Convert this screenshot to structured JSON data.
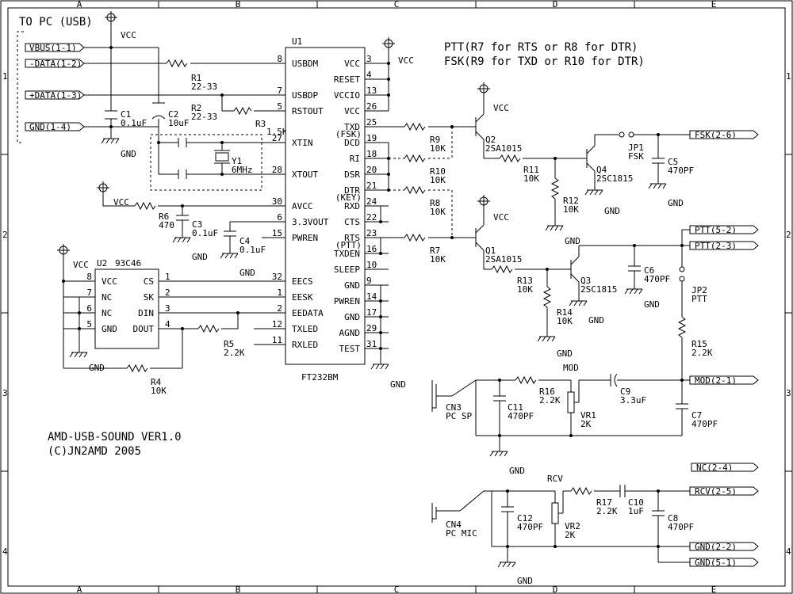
{
  "grid": {
    "columns": [
      "A",
      "B",
      "C",
      "D",
      "E"
    ],
    "rows": [
      "1",
      "2",
      "3",
      "4"
    ]
  },
  "headers": {
    "usb_group": "TO PC (USB)",
    "note_ptt": "PTT(R7 for RTS or R8 for DTR)",
    "note_fsk": "FSK(R9 for TXD or R10 for DTR)"
  },
  "title_block": {
    "title": "AMD-USB-SOUND VER1.0",
    "copyright": "(C)JN2AMD 2005"
  },
  "connectors": {
    "vbus": "VBUS(1-1)",
    "data_minus": "-DATA(1-2)",
    "data_plus": "+DATA(1-3)",
    "gnd_usb": "GND(1-4)",
    "fsk": "FSK(2-6)",
    "ptt5": "PTT(5-2)",
    "ptt2": "PTT(2-3)",
    "mod": "MOD(2-1)",
    "nc": "NC(2-4)",
    "rcv": "RCV(2-5)",
    "gnd22": "GND(2-2)",
    "gnd51": "GND(5-1)"
  },
  "u1": {
    "ref": "U1",
    "part": "FT232BM",
    "left_pins": [
      {
        "num": "8",
        "name": "USBDM"
      },
      {
        "num": "7",
        "name": "USBDP"
      },
      {
        "num": "5",
        "name": "RSTOUT"
      },
      {
        "num": "27",
        "name": "XTIN"
      },
      {
        "num": "28",
        "name": "XTOUT"
      },
      {
        "num": "30",
        "name": "AVCC"
      },
      {
        "num": "6",
        "name": "3.3VOUT"
      },
      {
        "num": "15",
        "name": "PWREN"
      },
      {
        "num": "32",
        "name": "EECS"
      },
      {
        "num": "1",
        "name": "EESK"
      },
      {
        "num": "2",
        "name": "EEDATA"
      },
      {
        "num": "12",
        "name": "TXLED"
      },
      {
        "num": "11",
        "name": "RXLED"
      }
    ],
    "right_pins": [
      {
        "num": "3",
        "name": "VCC",
        "sub": ""
      },
      {
        "num": "4",
        "name": "RESET",
        "sub": ""
      },
      {
        "num": "13",
        "name": "VCCIO",
        "sub": ""
      },
      {
        "num": "26",
        "name": "VCC",
        "sub": ""
      },
      {
        "num": "25",
        "name": "TXD",
        "sub": "(FSK)"
      },
      {
        "num": "19",
        "name": "DCD",
        "sub": ""
      },
      {
        "num": "18",
        "name": "RI",
        "sub": ""
      },
      {
        "num": "20",
        "name": "DSR",
        "sub": ""
      },
      {
        "num": "21",
        "name": "DTR",
        "sub": "(KEY)"
      },
      {
        "num": "24",
        "name": "RXD",
        "sub": ""
      },
      {
        "num": "22",
        "name": "CTS",
        "sub": ""
      },
      {
        "num": "23",
        "name": "RTS",
        "sub": "(PTT)"
      },
      {
        "num": "16",
        "name": "TXDEN",
        "sub": ""
      },
      {
        "num": "10",
        "name": "SLEEP",
        "sub": ""
      },
      {
        "num": "9",
        "name": "GND",
        "sub": ""
      },
      {
        "num": "14",
        "name": "PWREN",
        "sub": ""
      },
      {
        "num": "17",
        "name": "GND",
        "sub": ""
      },
      {
        "num": "29",
        "name": "AGND",
        "sub": ""
      },
      {
        "num": "31",
        "name": "TEST",
        "sub": ""
      }
    ]
  },
  "u2": {
    "ref": "U2",
    "part": "93C46",
    "left_pins": [
      {
        "num": "8",
        "name": "VCC"
      },
      {
        "num": "7",
        "name": "NC"
      },
      {
        "num": "6",
        "name": "NC"
      },
      {
        "num": "5",
        "name": "GND"
      }
    ],
    "right_pins": [
      {
        "num": "1",
        "name": "CS"
      },
      {
        "num": "2",
        "name": "SK"
      },
      {
        "num": "3",
        "name": "DIN"
      },
      {
        "num": "4",
        "name": "DOUT"
      }
    ]
  },
  "parts": {
    "r1": {
      "ref": "R1",
      "val": "22-33"
    },
    "r2": {
      "ref": "R2",
      "val": "22-33"
    },
    "r3": {
      "ref": "R3",
      "val": "1.5K"
    },
    "r4": {
      "ref": "R4",
      "val": "10K"
    },
    "r5": {
      "ref": "R5",
      "val": "2.2K"
    },
    "r6": {
      "ref": "R6",
      "val": "470"
    },
    "r7": {
      "ref": "R7",
      "val": "10K"
    },
    "r8": {
      "ref": "R8",
      "val": "10K"
    },
    "r9": {
      "ref": "R9",
      "val": "10K"
    },
    "r10": {
      "ref": "R10",
      "val": "10K"
    },
    "r11": {
      "ref": "R11",
      "val": "10K"
    },
    "r12": {
      "ref": "R12",
      "val": "10K"
    },
    "r13": {
      "ref": "R13",
      "val": "10K"
    },
    "r14": {
      "ref": "R14",
      "val": "10K"
    },
    "r15": {
      "ref": "R15",
      "val": "2.2K"
    },
    "r16": {
      "ref": "R16",
      "val": "2.2K"
    },
    "r17": {
      "ref": "R17",
      "val": "2.2K"
    },
    "c1": {
      "ref": "C1",
      "val": "0.1uF"
    },
    "c2": {
      "ref": "C2",
      "val": "10uF"
    },
    "c3": {
      "ref": "C3",
      "val": "0.1uF"
    },
    "c4": {
      "ref": "C4",
      "val": "0.1uF"
    },
    "c5": {
      "ref": "C5",
      "val": "470PF"
    },
    "c6": {
      "ref": "C6",
      "val": "470PF"
    },
    "c7": {
      "ref": "C7",
      "val": "470PF"
    },
    "c8": {
      "ref": "C8",
      "val": "470PF"
    },
    "c9": {
      "ref": "C9",
      "val": "3.3uF"
    },
    "c10": {
      "ref": "C10",
      "val": "1uF"
    },
    "c11": {
      "ref": "C11",
      "val": "470PF"
    },
    "c12": {
      "ref": "C12",
      "val": "470PF"
    },
    "q1": {
      "ref": "Q1",
      "val": "2SA1015"
    },
    "q2": {
      "ref": "Q2",
      "val": "2SA1015"
    },
    "q3": {
      "ref": "Q3",
      "val": "2SC1815"
    },
    "q4": {
      "ref": "Q4",
      "val": "2SC1815"
    },
    "y1": {
      "ref": "Y1",
      "val": "6MHz"
    },
    "vr1": {
      "ref": "VR1",
      "val": "2K"
    },
    "vr2": {
      "ref": "VR2",
      "val": "2K"
    },
    "jp1": {
      "ref": "JP1",
      "val": "FSK"
    },
    "jp2": {
      "ref": "JP2",
      "val": "PTT"
    },
    "cn3": {
      "ref": "CN3",
      "val": "PC SP"
    },
    "cn4": {
      "ref": "CN4",
      "val": "PC MIC"
    }
  },
  "power": {
    "vcc": "VCC",
    "gnd": "GND"
  },
  "net_labels": {
    "mod": "MOD",
    "rcv": "RCV"
  }
}
